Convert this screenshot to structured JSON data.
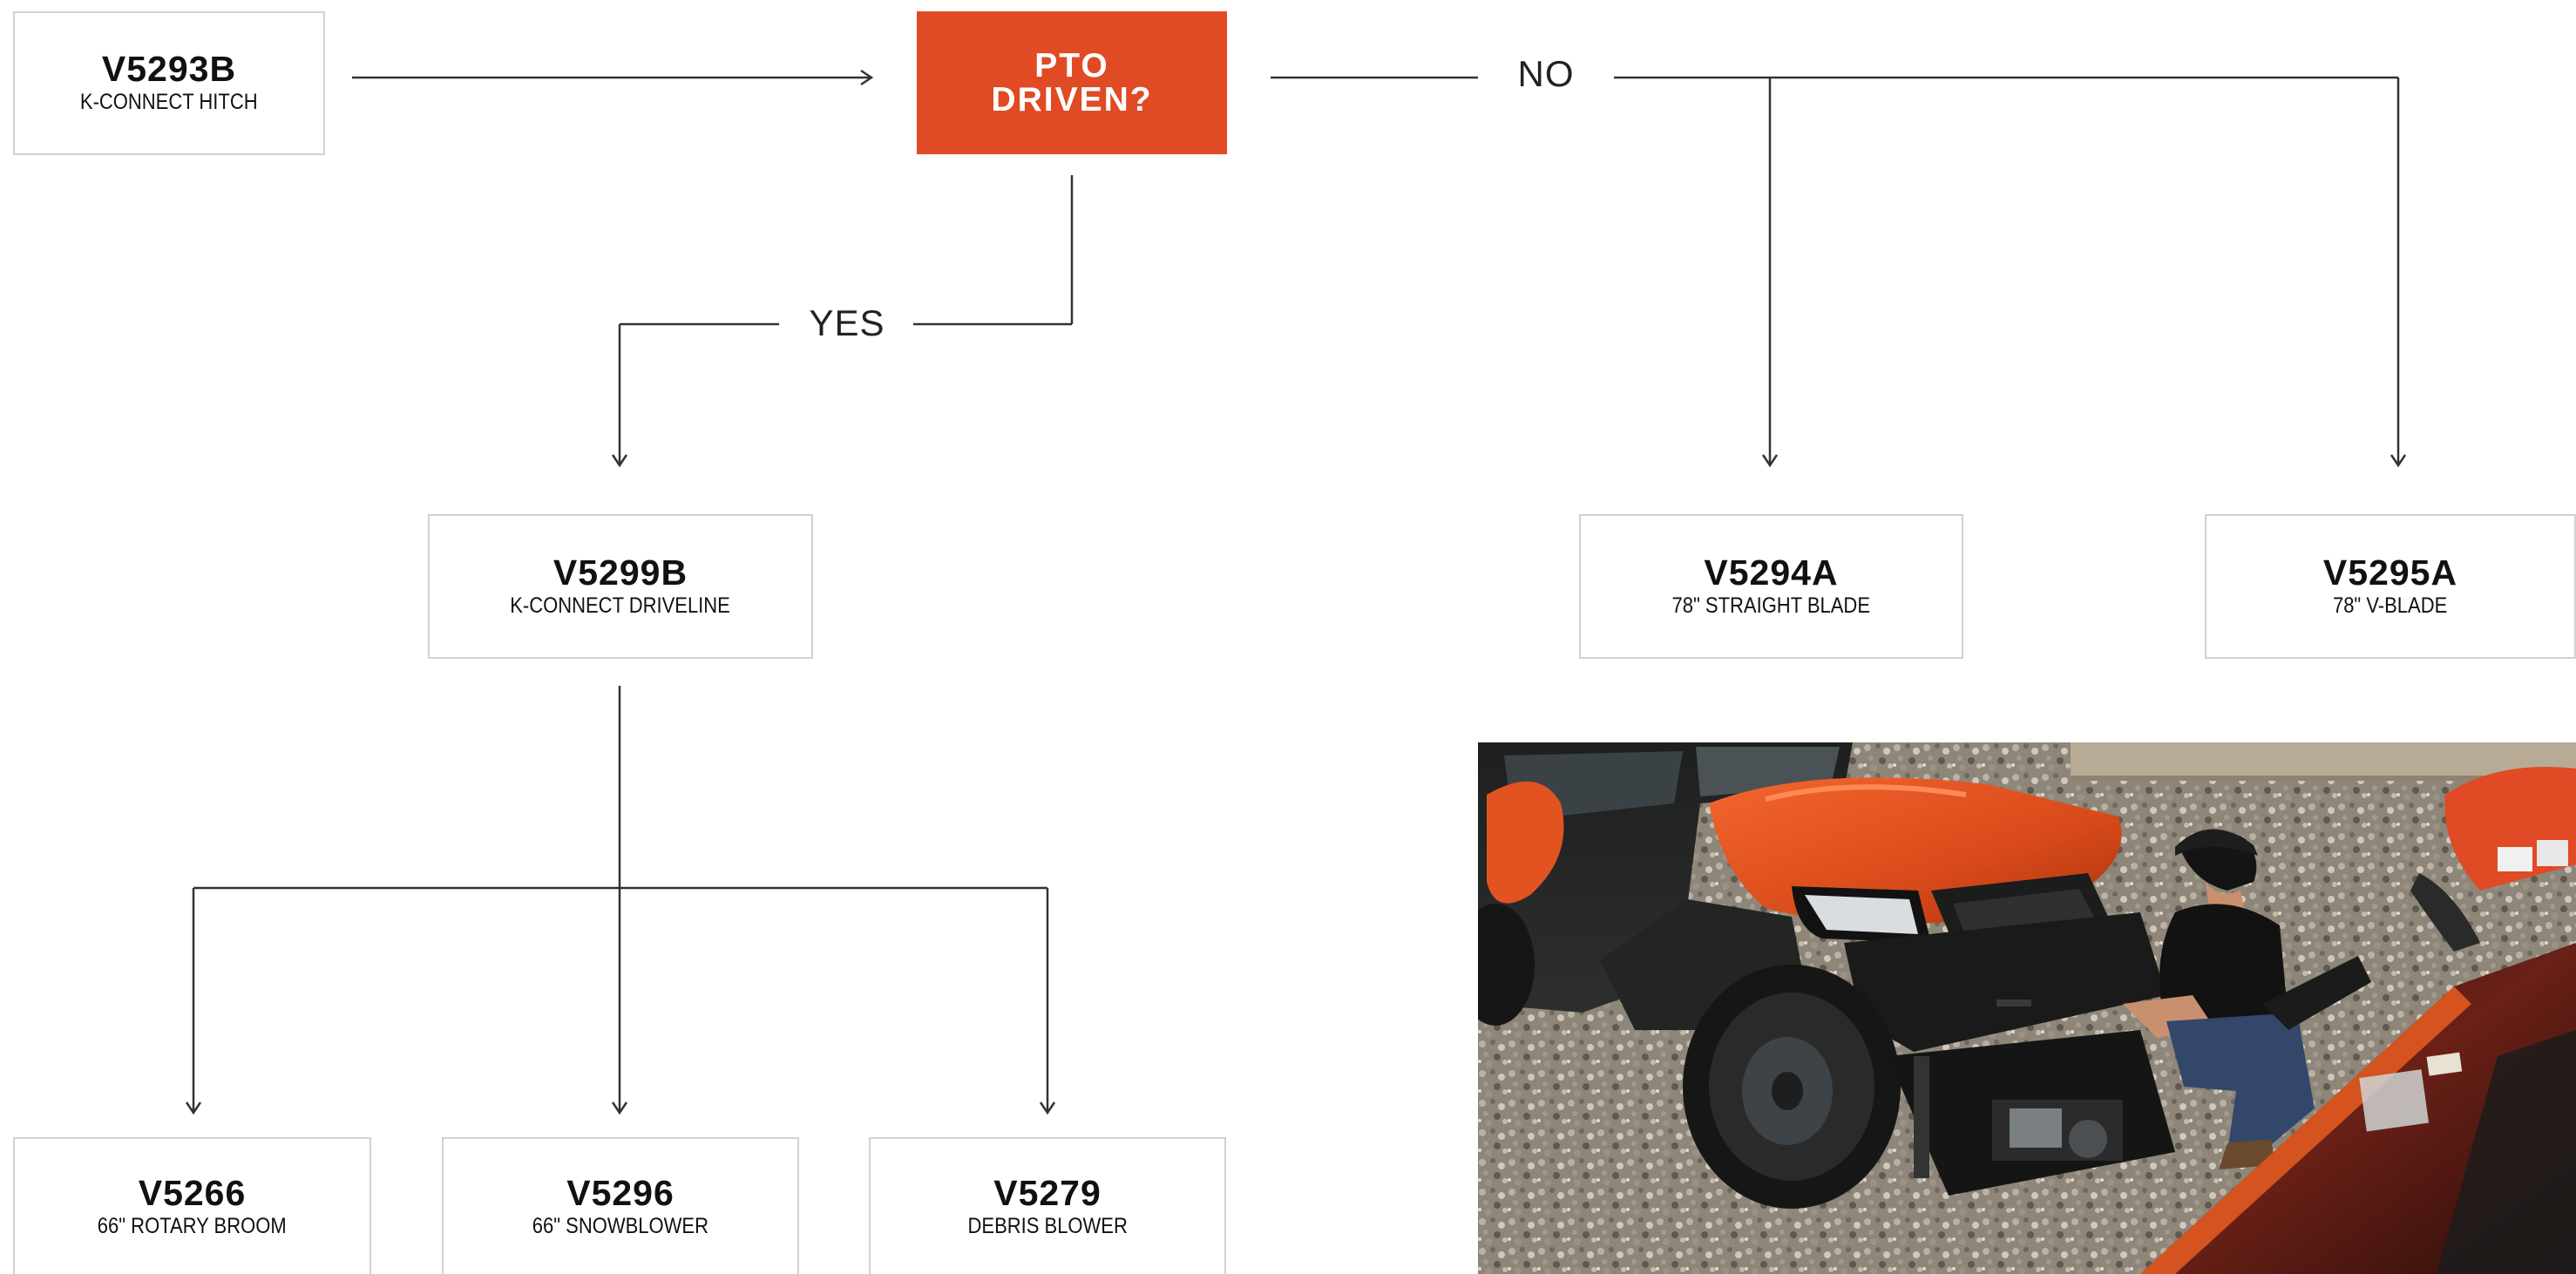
{
  "decision": {
    "label": "PTO\nDRIVEN?",
    "color": "#e04a24"
  },
  "branches": {
    "yes": "YES",
    "no": "NO"
  },
  "boxes": {
    "hitch": {
      "code": "V5293B",
      "desc": "K-CONNECT HITCH"
    },
    "driveline": {
      "code": "V5299B",
      "desc": "K-CONNECT DRIVELINE"
    },
    "straight_blade": {
      "code": "V5294A",
      "desc": "78\" STRAIGHT BLADE"
    },
    "v_blade": {
      "code": "V5295A",
      "desc": "78\" V-BLADE"
    },
    "rotary_broom": {
      "code": "V5266",
      "desc": "66\" ROTARY BROOM"
    },
    "snowblower": {
      "code": "V5296",
      "desc": "66\" SNOWBLOWER"
    },
    "debris_blower": {
      "code": "V5279",
      "desc": "DEBRIS BLOWER"
    }
  },
  "colors": {
    "accent": "#e04a24",
    "connector": "#333333",
    "box_border": "#d2d2d2"
  }
}
